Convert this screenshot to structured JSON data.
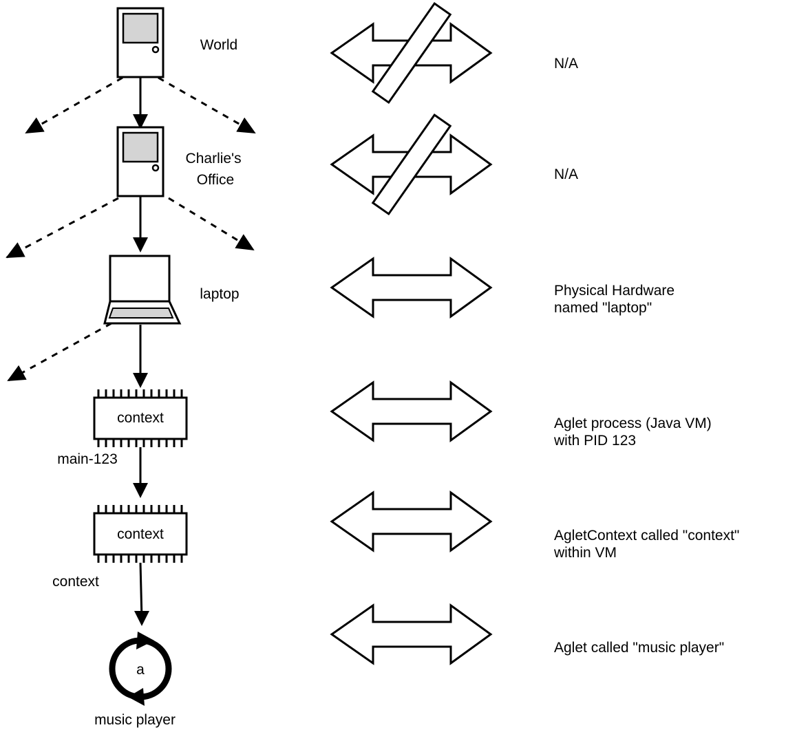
{
  "nodes": [
    {
      "id": "world",
      "type": "door",
      "label_lines": [
        "World"
      ]
    },
    {
      "id": "office",
      "type": "door",
      "label_lines": [
        "Charlie's",
        "Office"
      ]
    },
    {
      "id": "laptop",
      "type": "laptop",
      "label_lines": [
        "laptop"
      ]
    },
    {
      "id": "main",
      "type": "chip",
      "chip_text": "context",
      "label_lines": [
        "main-123"
      ]
    },
    {
      "id": "context",
      "type": "chip",
      "chip_text": "context",
      "label_lines": [
        "context"
      ]
    },
    {
      "id": "aglet",
      "type": "aglet",
      "chip_text": "a",
      "label_lines": [
        "music player"
      ]
    }
  ],
  "mappings": [
    {
      "arrow": "crossed",
      "description": [
        "N/A"
      ]
    },
    {
      "arrow": "crossed",
      "description": [
        "N/A"
      ]
    },
    {
      "arrow": "double",
      "description": [
        "Physical Hardware",
        "named \"laptop\""
      ]
    },
    {
      "arrow": "double",
      "description": [
        "Aglet process (Java VM)",
        "with PID 123"
      ]
    },
    {
      "arrow": "double",
      "description": [
        "AgletContext called \"context\"",
        "within VM"
      ]
    },
    {
      "arrow": "double",
      "description": [
        "Aglet called \"music player\""
      ]
    }
  ],
  "colors": {
    "stroke": "#000000",
    "screen_fill": "#d4d4d4",
    "background": "#ffffff"
  }
}
